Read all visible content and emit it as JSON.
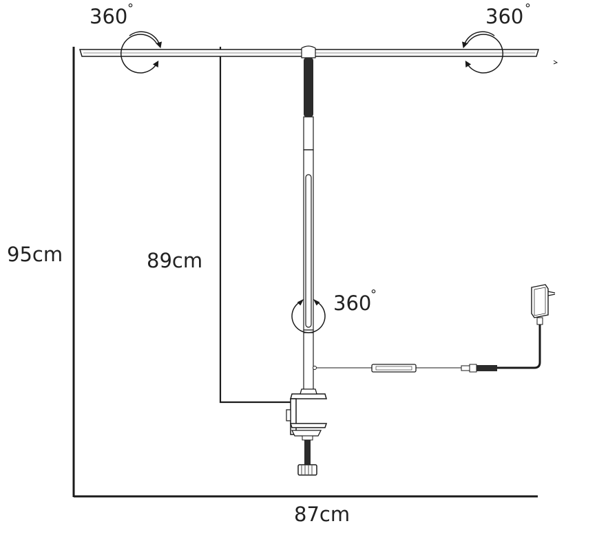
{
  "dimensions": {
    "height_total": "95cm",
    "height_inner": "89cm",
    "width_total": "87cm"
  },
  "rotations": {
    "left_head": {
      "value": "360",
      "degree": "°"
    },
    "right_head": {
      "value": "360",
      "degree": "°"
    },
    "pole": {
      "value": "360",
      "degree": "°"
    }
  },
  "colors": {
    "line": "#1a1a1a",
    "pole_dark": "#2b2b2b",
    "label": "#222222",
    "background": "#ffffff"
  },
  "icons": {
    "rotation_arrow": "circular-arrow-icon",
    "power_adapter": "plug-icon",
    "clamp": "desk-clamp-icon"
  }
}
